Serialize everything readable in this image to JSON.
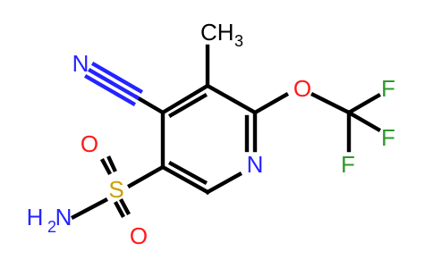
{
  "molecule": {
    "atoms": {
      "n_nitrile": "N",
      "n_ring": "N",
      "o_ether": "O",
      "f_top": "F",
      "f_mid": "F",
      "f_bottom": "F",
      "s_sulfonyl": "S",
      "o_sulfonyl_top": "O",
      "o_sulfonyl_bottom": "O",
      "amine_h": "H",
      "amine_sub": "2",
      "amine_n": "N",
      "methyl_ch": "CH",
      "methyl_sub": "3"
    },
    "colors": {
      "bond": "#000000",
      "nitrogen": "#2424ff",
      "oxygen": "#ff1a1a",
      "fluorine": "#2b9a2b",
      "sulfur": "#c8a000",
      "carbon": "#000000"
    }
  }
}
